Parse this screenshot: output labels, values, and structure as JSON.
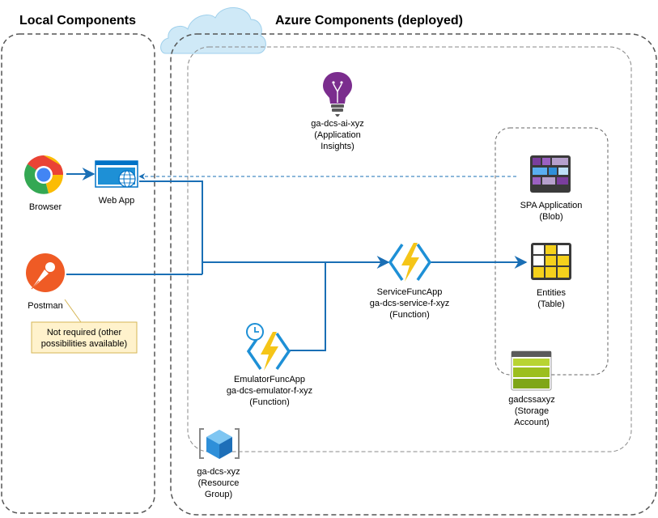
{
  "headers": {
    "local": "Local Components",
    "azure": "Azure Components (deployed)"
  },
  "nodes": {
    "browser": {
      "label": "Browser",
      "icon": "chrome-icon"
    },
    "webapp": {
      "label": "Web App",
      "icon": "web-app-icon"
    },
    "postman": {
      "label": "Postman",
      "icon": "postman-icon"
    },
    "note": {
      "lines": [
        "Not required (other",
        "possibilities available)"
      ]
    },
    "appinsights": {
      "lines": [
        "ga-dcs-ai-xyz",
        "(Application",
        "Insights)"
      ],
      "icon": "lightbulb-icon"
    },
    "spa": {
      "lines": [
        "SPA Application",
        "(Blob)"
      ],
      "icon": "blob-storage-icon"
    },
    "entities": {
      "lines": [
        "Entities",
        "(Table)"
      ],
      "icon": "table-storage-icon"
    },
    "servicefunc": {
      "lines": [
        "ServiceFuncApp",
        "ga-dcs-service-f-xyz",
        "(Function)"
      ],
      "icon": "function-app-icon"
    },
    "emulatorfunc": {
      "lines": [
        "EmulatorFuncApp",
        "ga-dcs-emulator-f-xyz",
        "(Function)"
      ],
      "icon": "timer-function-icon"
    },
    "storage": {
      "lines": [
        "gadcssaxyz",
        "(Storage",
        "Account)"
      ],
      "icon": "storage-account-icon"
    },
    "resourcegroup": {
      "lines": [
        "ga-dcs-xyz",
        "(Resource",
        "Group)"
      ],
      "icon": "resource-group-icon"
    }
  },
  "colors": {
    "arrow": "#1a6fb5",
    "frame": "#555555",
    "note_fill": "#fff2cc",
    "note_stroke": "#d6b656",
    "cloud": "#cfe9f7",
    "function_yellow": "#f5c518",
    "lightbulb": "#7b2d8e"
  }
}
